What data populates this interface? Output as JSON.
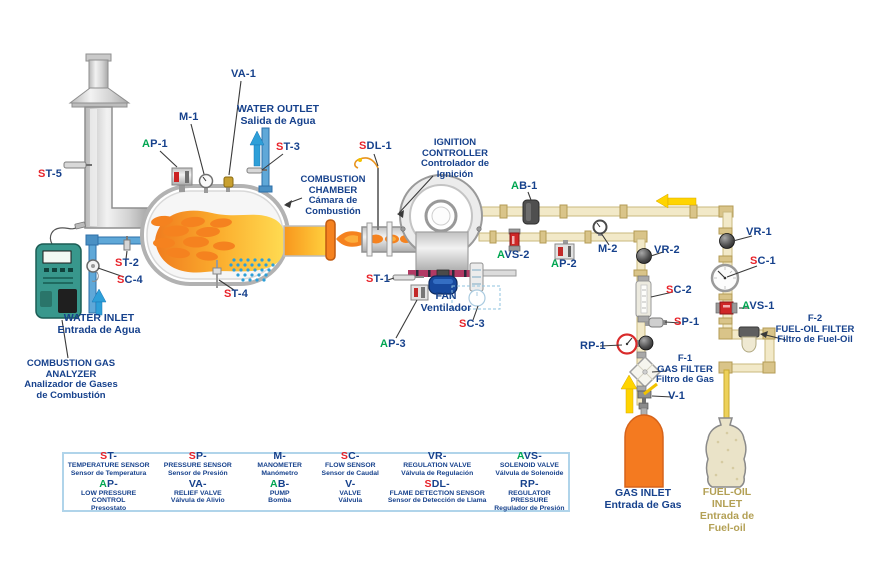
{
  "palette": {
    "navy_text": "#16418c",
    "red_letter": "#e8232a",
    "green_letter": "#00a651",
    "tan_text": "#b3a055",
    "pipe_beige": "#f2e9c8",
    "pipe_fitting": "#d9c489",
    "fuel_yellow_pipe": "#edd15a",
    "water_blue": "#5fa8d8",
    "water_arrow": "#2e9fd8",
    "arrow_yellow": "#ffd400",
    "flame_orange": "#f5821f",
    "flame_yellow": "#ffd94d",
    "tank_orange": "#f47a20",
    "analyzer_teal": "#38978c",
    "solenoid_red": "#cf2727",
    "legend_border": "#b0d4ea"
  },
  "tags": {
    "st5": {
      "first": "S",
      "rest": "T-5"
    },
    "st4": {
      "first": "S",
      "rest": "T-4"
    },
    "st3": {
      "first": "S",
      "rest": "T-3"
    },
    "st2": {
      "first": "S",
      "rest": "T-2"
    },
    "st1": {
      "first": "S",
      "rest": "T-1"
    },
    "sc4": {
      "first": "S",
      "rest": "C-4"
    },
    "sc3": {
      "first": "S",
      "rest": "C-3"
    },
    "sc2": {
      "first": "S",
      "rest": "C-2"
    },
    "sc1": {
      "first": "S",
      "rest": "C-1"
    },
    "sp1": {
      "first": "S",
      "rest": "P-1"
    },
    "sdl1": {
      "first": "S",
      "rest": "DL-1"
    },
    "ap1": {
      "first": "A",
      "rest": "P-1"
    },
    "ap2": {
      "first": "A",
      "rest": "P-2"
    },
    "ap3": {
      "first": "A",
      "rest": "P-3"
    },
    "ab1": {
      "first": "A",
      "rest": "B-1"
    },
    "avs1": {
      "first": "A",
      "rest": "VS-1"
    },
    "avs2": {
      "first": "A",
      "rest": "VS-2"
    },
    "m1": {
      "first": "",
      "rest": "M-1"
    },
    "m2": {
      "first": "",
      "rest": "M-2"
    },
    "va1": {
      "first": "",
      "rest": "VA-1"
    },
    "vr1": {
      "first": "",
      "rest": "VR-1"
    },
    "vr2": {
      "first": "",
      "rest": "VR-2"
    },
    "v1": {
      "first": "",
      "rest": "V-1"
    },
    "rp1": {
      "first": "",
      "rest": "RP-1"
    }
  },
  "titles": {
    "water_outlet": {
      "en": "WATER OUTLET",
      "es": "Salida de Agua"
    },
    "water_inlet": {
      "en": "WATER INLET",
      "es": "Entrada de Agua"
    },
    "combustion_chamber": {
      "l1": "COMBUSTION",
      "l2": "CHAMBER",
      "l3": "Cámara de",
      "l4": "Combustión"
    },
    "ignition_controller": {
      "l1": "IGNITION",
      "l2": "CONTROLLER",
      "l3": "Controlador de",
      "l4": "Ignición"
    },
    "gas_analyzer": {
      "l1": "COMBUSTION GAS",
      "l2": "ANALYZER",
      "l3": "Analizador de Gases",
      "l4": "de Combustión"
    },
    "fan": {
      "en": "FAN",
      "es": "Ventilador"
    },
    "f1": {
      "code": "F-1",
      "en": "GAS FILTER",
      "es": "Filtro de Gas"
    },
    "f2": {
      "code": "F-2",
      "en": "FUEL-OIL FILTER",
      "es": "Filtro de Fuel-Oil"
    },
    "gas_inlet": {
      "en": "GAS INLET",
      "es": "Entrada de Gas"
    },
    "fuel_inlet": {
      "l1": "FUEL-OIL",
      "l2": "INLET",
      "l3": "Entrada de",
      "l4": "Fuel-oil"
    }
  },
  "legend": {
    "items": [
      {
        "code_first": "S",
        "code_rest": "T-",
        "name": "TEMPERATURE SENSOR",
        "es": "Sensor de Temperatura"
      },
      {
        "code_first": "S",
        "code_rest": "P-",
        "name": "PRESSURE SENSOR",
        "es": "Sensor de Presión"
      },
      {
        "code_first": "",
        "code_rest": "M-",
        "name": "MANOMETER",
        "es": "Manómetro"
      },
      {
        "code_first": "S",
        "code_rest": "C-",
        "name": "FLOW SENSOR",
        "es": "Sensor de Caudal"
      },
      {
        "code_first": "",
        "code_rest": "VR-",
        "name": "REGULATION VALVE",
        "es": "Válvula de Regulación"
      },
      {
        "code_first": "A",
        "code_rest": "VS-",
        "name": "SOLENOID VALVE",
        "es": "Válvula de Solenoide"
      },
      {
        "code_first": "A",
        "code_rest": "P-",
        "name": "LOW PRESSURE CONTROL",
        "es": "Presostato"
      },
      {
        "code_first": "",
        "code_rest": "VA-",
        "name": "RELIEF VALVE",
        "es": "Válvula de Alivio"
      },
      {
        "code_first": "A",
        "code_rest": "B-",
        "name": "PUMP",
        "es": "Bomba"
      },
      {
        "code_first": "",
        "code_rest": "V-",
        "name": "VALVE",
        "es": "Válvula"
      },
      {
        "code_first": "S",
        "code_rest": "DL-",
        "name": "FLAME DETECTION SENSOR",
        "es": "Sensor de Detección de Llama"
      },
      {
        "code_first": "",
        "code_rest": "RP-",
        "name": "REGULATOR PRESSURE",
        "es": "Regulador de Presión"
      }
    ]
  }
}
